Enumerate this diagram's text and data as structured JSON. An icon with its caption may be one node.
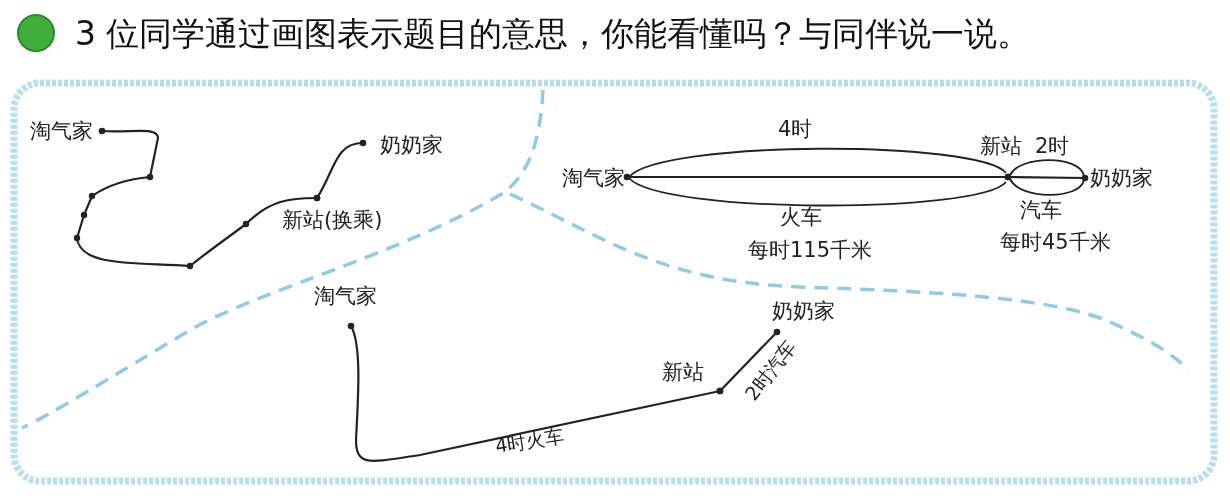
{
  "diagram": {
    "title": "3 位同学通过画图表示题目的意思，你能看懂吗？与同伴说一说。",
    "nodes": [
      {
        "text": [
          "淘气家"
        ]
      },
      {
        "text": [
          "奶奶家"
        ]
      },
      {
        "text": [
          "新站(换乘)"
        ]
      },
      {
        "text": [
          "淘气家"
        ]
      },
      {
        "text": [
          "新站"
        ]
      },
      {
        "text": [
          "奶奶家"
        ]
      },
      {
        "text": [
          "淘气家"
        ]
      },
      {
        "text": [
          "奶奶家"
        ]
      },
      {
        "text": [
          "新站"
        ]
      }
    ],
    "edges": [
      {
        "from": 0,
        "to": 2,
        "arrow": "other"
      },
      {
        "from": 2,
        "to": 1,
        "arrow": "other"
      },
      {
        "from": 3,
        "to": 4,
        "arrow": "other"
      },
      {
        "from": 4,
        "to": 5,
        "arrow": "other"
      },
      {
        "from": 6,
        "to": 8,
        "label": "4时火车",
        "arrow": "other"
      },
      {
        "from": 8,
        "to": 7,
        "label": "2时汽车",
        "arrow": "other"
      }
    ],
    "labels": [
      "4时",
      "2时",
      "火车",
      "每时115千米",
      "汽车",
      "每时45千米"
    ]
  }
}
